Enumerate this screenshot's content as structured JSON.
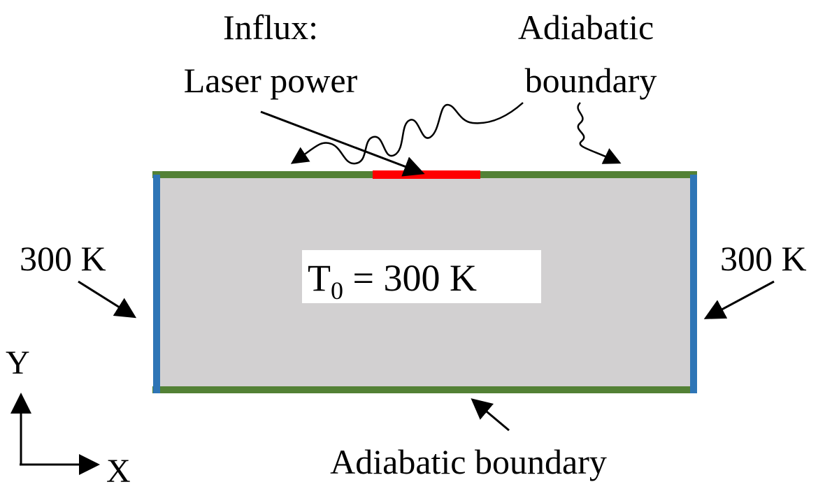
{
  "labels": {
    "influx_line1": "Influx:",
    "influx_line2": "Laser power",
    "adiabatic_top_line1": "Adiabatic",
    "adiabatic_top_line2": "boundary",
    "left_temp": "300 K",
    "right_temp": "300 K",
    "initial_symbol": "T",
    "initial_subscript": "0",
    "initial_value": " = 300 K",
    "adiabatic_bottom": "Adiabatic boundary",
    "axis_x": "X",
    "axis_y": "Y"
  },
  "colors": {
    "domain_fill": "#d2d0d1",
    "adiabatic_edge": "#538135",
    "fixed_temperature_edge": "#2e75b6",
    "laser_spot": "#ff0000",
    "text": "#000000",
    "label_box": "#ffffff"
  }
}
